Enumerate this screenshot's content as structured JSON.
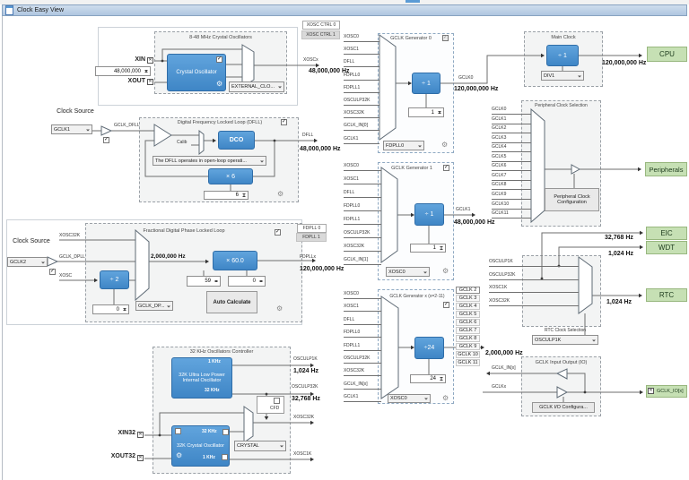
{
  "window": {
    "title": "Clock Easy View"
  },
  "xosc": {
    "title": "8-48 MHz Crystal Oscillators",
    "block_label": "Crystal Oscillator",
    "mode_dropdown": "EXTERNAL_CLO...",
    "pin_xin": "XIN",
    "pin_xout": "XOUT",
    "freq_value": "48,000,000",
    "ctrl0_label": "XOSC CTRL 0",
    "ctrl1_label": "XOSC CTRL 1",
    "out_signal": "XOSCx",
    "out_freq": "48,000,000 Hz"
  },
  "dfll": {
    "source_label": "Clock Source",
    "source_dropdown": "GCLK1",
    "source_signal": "GCLK_DFLL",
    "title": "Digital Frequency Locked Loop (DFLL)",
    "calib_label": "Calib",
    "dco_label": "DCO",
    "mode_dropdown": "The DFLL operates in open-loop operati...",
    "mult_label": "× 6",
    "mult_value": "6",
    "out_signal": "DFLL",
    "out_freq": "48,000,000 Hz"
  },
  "fdpll": {
    "source_label": "Clock Source",
    "source_dropdown": "GCLK2",
    "title": "Fractional Digital Phase Locked Loop",
    "in_xosc32k": "XOSC32K",
    "in_gclk": "GCLK_DPLL",
    "in_xosc": "XOSC",
    "div_label": "÷ 2",
    "div_value": "0",
    "ref_freq": "2,000,000 Hz",
    "ref_dropdown": "GCLK_DP...",
    "mult_label": "× 60.0",
    "ldr_value": "59",
    "ldrfrac_value": "0",
    "auto_button": "Auto Calculate",
    "out0_label": "FDPLL 0",
    "out1_label": "FDPLL 1",
    "out_signal": "FDPLLx",
    "out_freq": "120,000,000 Hz"
  },
  "osc32k": {
    "title": "32 KHz Oscillators Controller",
    "ulp_label": "32K Ultra Low Power Internal Oscillator",
    "ulp_1k": "1 KHz",
    "ulp_32k": "32 KHz",
    "cfd_label": "CFD",
    "xtal_label": "32K Crystal Oscillator",
    "xtal_32k": "32 KHz",
    "xtal_1k": "1 KHz",
    "mode_dropdown": "CRYSTAL",
    "pin_xin32": "XIN32",
    "pin_xout32": "XOUT32",
    "out_osculp1k": "OSCULP1K",
    "out_osculp1k_freq": "1,024 Hz",
    "out_osculp32k": "OSCULP32K",
    "out_osculp32k_freq": "32,768 Hz",
    "out_xosc32k": "XOSC32K",
    "out_xosc1k": "XOSC1K"
  },
  "gen0": {
    "title": "GCLK Generator 0",
    "inputs": [
      "XOSC0",
      "XOSC1",
      "DFLL",
      "FDPLL0",
      "FDPLL1",
      "OSCULP32K",
      "XOSC32K",
      "GCLK_IN[0]",
      "GCLK1"
    ],
    "div_label": "÷ 1",
    "div_value": "1",
    "source_dropdown": "FDPLL0",
    "out_signal": "GCLK0",
    "out_freq": "120,000,000 Hz"
  },
  "gen1": {
    "title": "GCLK Generator 1",
    "inputs": [
      "XOSC0",
      "XOSC1",
      "DFLL",
      "FDPLL0",
      "FDPLL1",
      "OSCULP32K",
      "XOSC32K",
      "GCLK_IN[1]"
    ],
    "div_label": "÷ 1",
    "div_value": "1",
    "source_dropdown": "XOSC0",
    "out_signal": "GCLK1",
    "out_freq": "48,000,000 Hz"
  },
  "genx": {
    "title": "GCLK Generator x (x=2-11)",
    "inputs": [
      "XOSC0",
      "XOSC1",
      "DFLL",
      "FDPLL0",
      "FDPLL1",
      "OSCULP32K",
      "XOSC32K",
      "GCLK_IN[x]",
      "GCLK1"
    ],
    "div_label": "÷24",
    "div_value": "24",
    "source_dropdown": "XOSC0",
    "outputs": [
      "GCLK 2",
      "GCLK 3",
      "GCLK 4",
      "GCLK 5",
      "GCLK 6",
      "GCLK 7",
      "GCLK 8",
      "GCLK 9",
      "GCLK 10",
      "GCLK 11"
    ],
    "out_freq": "2,000,000 Hz"
  },
  "mainclk": {
    "title": "Main Clock",
    "div_label": "÷ 1",
    "div_dropdown": "DIV1",
    "out_freq": "120,000,000 Hz",
    "target": "CPU"
  },
  "periph": {
    "title": "Peripheral Clock Selection",
    "inputs": [
      "GCLK0",
      "GCLK1",
      "GCLK2",
      "GCLK3",
      "GCLK4",
      "GCLK5",
      "GCLK6",
      "GCLK7",
      "GCLK8",
      "GCLK9",
      "GCLK10",
      "GCLK11"
    ],
    "config_button": "Peripheral Clock Configuration",
    "target": "Peripherals"
  },
  "eic": {
    "freq": "32,768 Hz",
    "target": "EIC"
  },
  "wdt": {
    "freq": "1,024 Hz",
    "target": "WDT"
  },
  "rtc": {
    "title": "RTC Clock Selection",
    "inputs": [
      "OSCULP1K",
      "OSCULP32K",
      "XOSC1K",
      "XOSC32K"
    ],
    "source_dropdown": "OSCULP1K",
    "freq": "1,024 Hz",
    "target": "RTC"
  },
  "gclkio": {
    "title": "GCLK Input Output (IO)",
    "in_signal": "GCLK_IN[x]",
    "out_signal": "GCLKx",
    "config_button": "GCLK I/O Configura...",
    "target": "GCLK_IO[x]"
  }
}
